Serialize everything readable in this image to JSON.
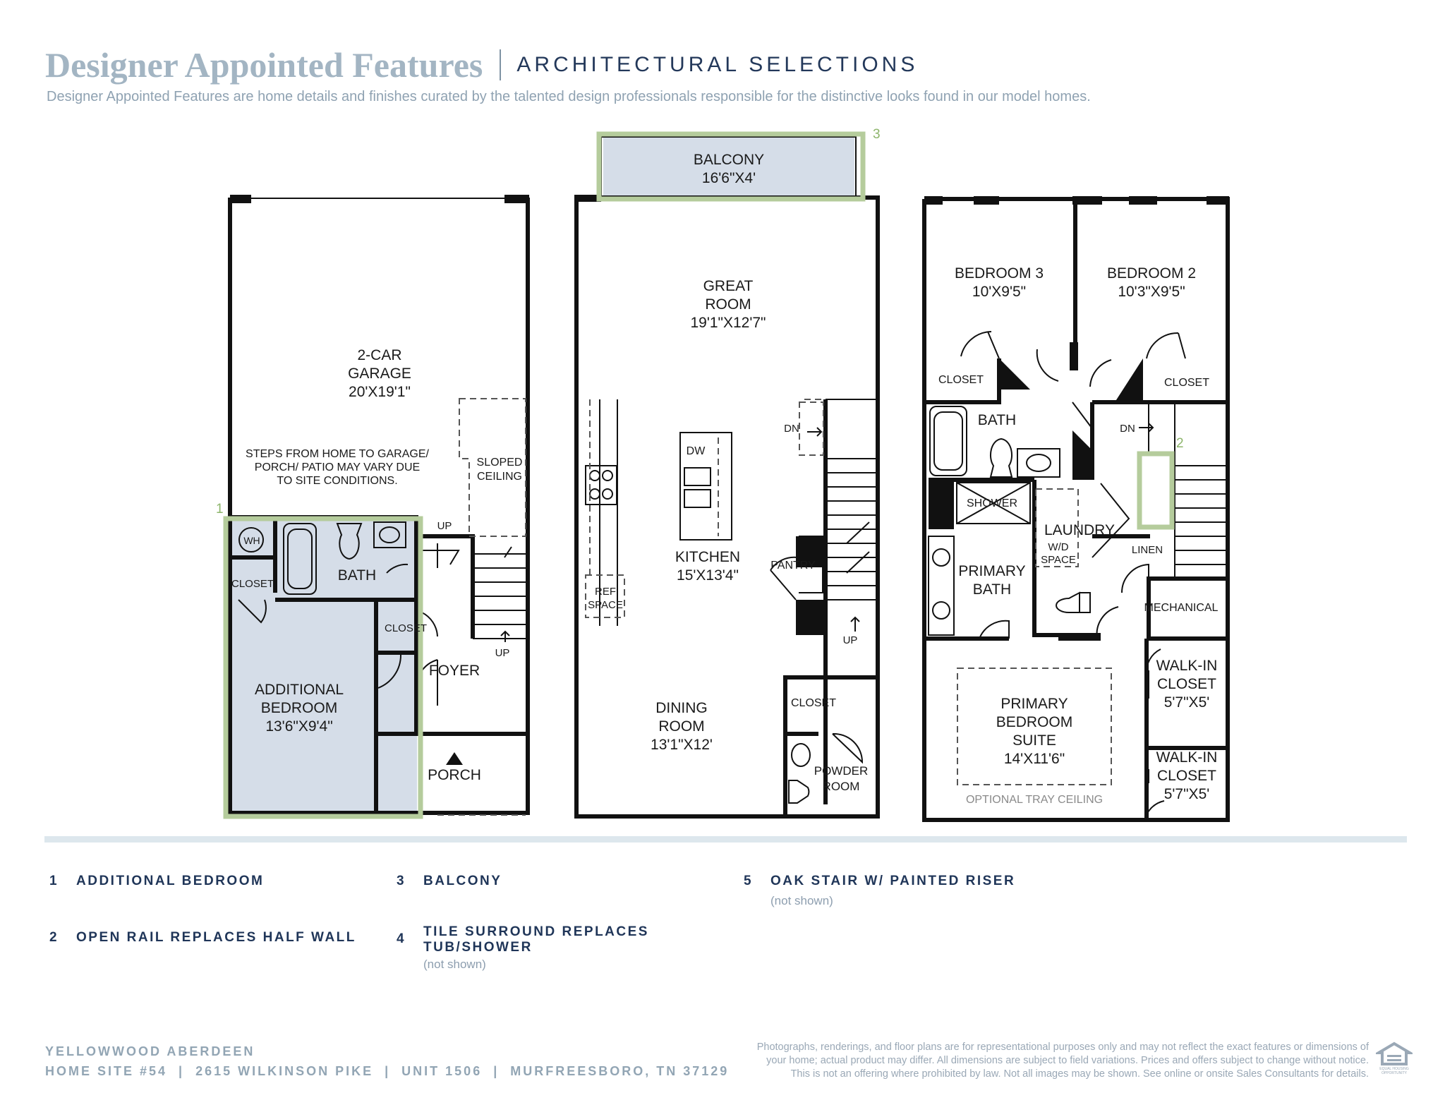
{
  "header": {
    "title": "Designer Appointed Features",
    "subtitle": "ARCHITECTURAL SELECTIONS",
    "intro": "Designer Appointed Features are home details and finishes curated by the talented design professionals responsible for the distinctive looks found in our model homes."
  },
  "plan": {
    "level1": {
      "garage": [
        "2-CAR",
        "GARAGE",
        "20'X19'1\""
      ],
      "steps_note": [
        "STEPS FROM HOME TO GARAGE/",
        "PORCH/ PATIO MAY VARY DUE",
        "TO SITE CONDITIONS."
      ],
      "sloped": [
        "SLOPED",
        "CEILING"
      ],
      "wh": "WH",
      "bath": "BATH",
      "closet_a": "CLOSET",
      "closet_b": "CLOSET",
      "up_a": "UP",
      "up_b": "UP",
      "foyer": "FOYER",
      "porch": "PORCH",
      "additional_bedroom": [
        "ADDITIONAL",
        "BEDROOM",
        "13'6\"X9'4\""
      ],
      "marker": "1"
    },
    "level2": {
      "balcony": [
        "BALCONY",
        "16'6\"X4'"
      ],
      "marker": "3",
      "great_room": [
        "GREAT",
        "ROOM",
        "19'1\"X12'7\""
      ],
      "dw": "DW",
      "kitchen": [
        "KITCHEN",
        "15'X13'4\""
      ],
      "ref_space": [
        "REF",
        "SPACE"
      ],
      "pantry": "PANTRY",
      "dn": "DN",
      "up": "UP",
      "dining": [
        "DINING",
        "ROOM",
        "13'1\"X12'"
      ],
      "closet": "CLOSET",
      "powder": [
        "POWDER",
        "ROOM"
      ]
    },
    "level3": {
      "bedroom3": [
        "BEDROOM 3",
        "10'X9'5\""
      ],
      "bedroom2": [
        "BEDROOM 2",
        "10'3\"X9'5\""
      ],
      "closet_a": "CLOSET",
      "closet_b": "CLOSET",
      "bath": "BATH",
      "dn": "DN",
      "marker": "2",
      "shower": "SHOWER",
      "laundry": "LAUNDRY",
      "wd": [
        "W/D",
        "SPACE"
      ],
      "linen": "LINEN",
      "primary_bath": [
        "PRIMARY",
        "BATH"
      ],
      "mechanical": "MECHANICAL",
      "walkin_a": [
        "WALK-IN",
        "CLOSET",
        "5'7\"X5'"
      ],
      "walkin_b": [
        "WALK-IN",
        "CLOSET",
        "5'7\"X5'"
      ],
      "primary_suite": [
        "PRIMARY",
        "BEDROOM",
        "SUITE",
        "14'X11'6\""
      ],
      "tray": "OPTIONAL TRAY CEILING"
    }
  },
  "legend": [
    {
      "num": "1",
      "label": "ADDITIONAL BEDROOM",
      "note": ""
    },
    {
      "num": "2",
      "label": "OPEN RAIL REPLACES HALF WALL",
      "note": ""
    },
    {
      "num": "3",
      "label": "BALCONY",
      "note": ""
    },
    {
      "num": "4",
      "label_l1": "TILE SURROUND REPLACES",
      "label_l2": "TUB/SHOWER",
      "note": "(not shown)"
    },
    {
      "num": "5",
      "label": "OAK STAIR W/ PAINTED RISER",
      "note": "(not shown)"
    }
  ],
  "footer": {
    "line1": "YELLOWWOOD ABERDEEN",
    "line2": "HOME SITE #54  |  2615 WILKINSON PIKE  |  UNIT 1506  |  MURFREESBORO, TN 37129",
    "disclaimer": [
      "Photographs, renderings, and floor plans are for representational purposes only and may not reflect the exact features or dimensions of",
      "your home; actual product may differ. All dimensions are subject to field variations. Prices and offers subject to change without notice.",
      "This is not an offering where prohibited by law. Not all images may be shown. See online or onsite Sales Consultants for details."
    ],
    "eho_l1": "EQUAL HOUSING",
    "eho_l2": "OPPORTUNITY"
  },
  "colors": {
    "highlight_fill": "#d5dde8",
    "highlight_outline": "#b5cc9c",
    "wall": "#111111",
    "title": "#a3b5c3",
    "navy": "#1f3558"
  }
}
